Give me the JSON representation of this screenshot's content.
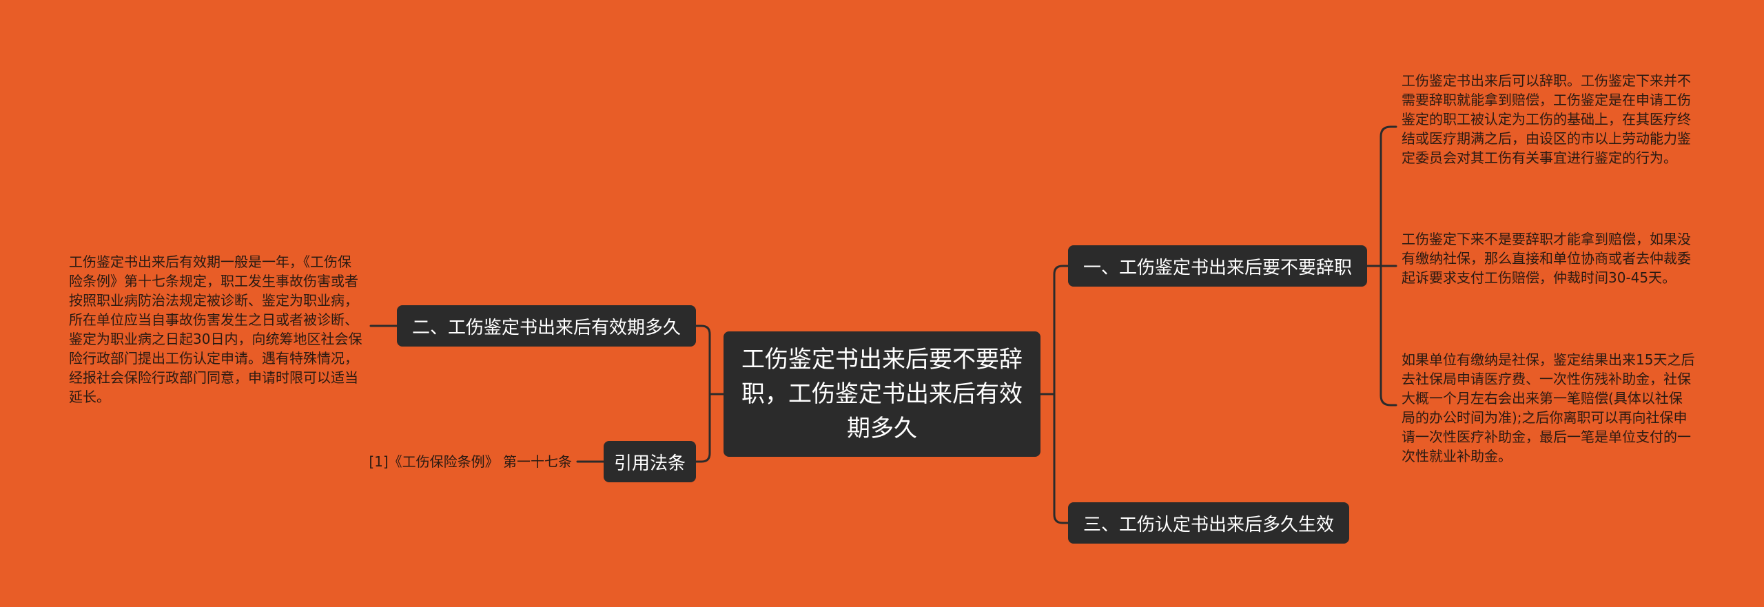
{
  "mindmap": {
    "root": {
      "label": "工伤鉴定书出来后要不要辞职，工伤鉴定书出来后有效期多久"
    },
    "branches": [
      {
        "label": "一、工伤鉴定书出来后要不要辞职",
        "details": [
          "工伤鉴定书出来后可以辞职。工伤鉴定下来并不需要辞职就能拿到赔偿，工伤鉴定是在申请工伤鉴定的职工被认定为工伤的基础上，在其医疗终结或医疗期满之后，由设区的市以上劳动能力鉴定委员会对其工伤有关事宜进行鉴定的行为。",
          "工伤鉴定下来不是要辞职才能拿到赔偿，如果没有缴纳社保，那么直接和单位协商或者去仲裁委起诉要求支付工伤赔偿，仲裁时间30-45天。",
          "如果单位有缴纳是社保，鉴定结果出来15天之后去社保局申请医疗费、一次性伤残补助金，社保大概一个月左右会出来第一笔赔偿(具体以社保局的办公时间为准);之后你离职可以再向社保申请一次性医疗补助金，最后一笔是单位支付的一次性就业补助金。"
        ]
      },
      {
        "label": "二、工伤鉴定书出来后有效期多久",
        "details": [
          "工伤鉴定书出来后有效期一般是一年，《工伤保险条例》第十七条规定，职工发生事故伤害或者按照职业病防治法规定被诊断、鉴定为职业病，所在单位应当自事故伤害发生之日或者被诊断、鉴定为职业病之日起30日内，向统筹地区社会保险行政部门提出工伤认定申请。遇有特殊情况，经报社会保险行政部门同意，申请时限可以适当延长。"
        ]
      },
      {
        "label": "引用法条",
        "details": [
          "[1]《工伤保险条例》 第一十七条"
        ]
      },
      {
        "label": "三、工伤认定书出来后多久生效",
        "details": []
      }
    ]
  },
  "colors": {
    "background": "#e85d27",
    "node_fill": "#2b2b2b",
    "node_text": "#ffffff",
    "connector": "#2b2b2b",
    "leaf_text": "#2a1a12"
  }
}
